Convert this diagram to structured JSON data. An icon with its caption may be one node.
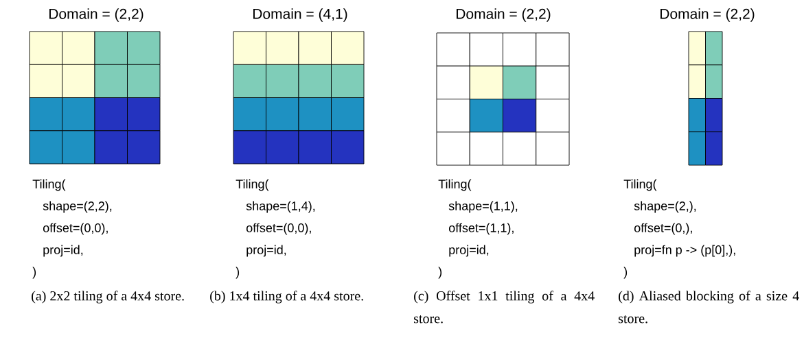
{
  "diagram": {
    "labels": [
      "Domain = (2,2)",
      "Tiling(",
      "shape=(2,2),",
      "offset=(0,0),",
      "proj=id,",
      ")",
      "(a) 2x2 tiling of a 4x4 store.",
      "Domain = (4,1)",
      "Tiling(",
      "shape=(1,4),",
      "offset=(0,0),",
      "proj=id,",
      ")",
      "(b) 1x4 tiling of a 4x4 store.",
      "Domain = (2,2)",
      "Tiling(",
      "shape=(1,1),",
      "offset=(1,1),",
      "proj=id,",
      ")",
      "(c) Offset 1x1 tiling of a 4x4 store.",
      "Domain = (2,2)",
      "Tiling(",
      "shape=(2,),",
      "offset=(0,),",
      "proj=fn p -> (p[0],),",
      ")",
      "(d) Aliased blocking of a size 4 store."
    ]
  }
}
